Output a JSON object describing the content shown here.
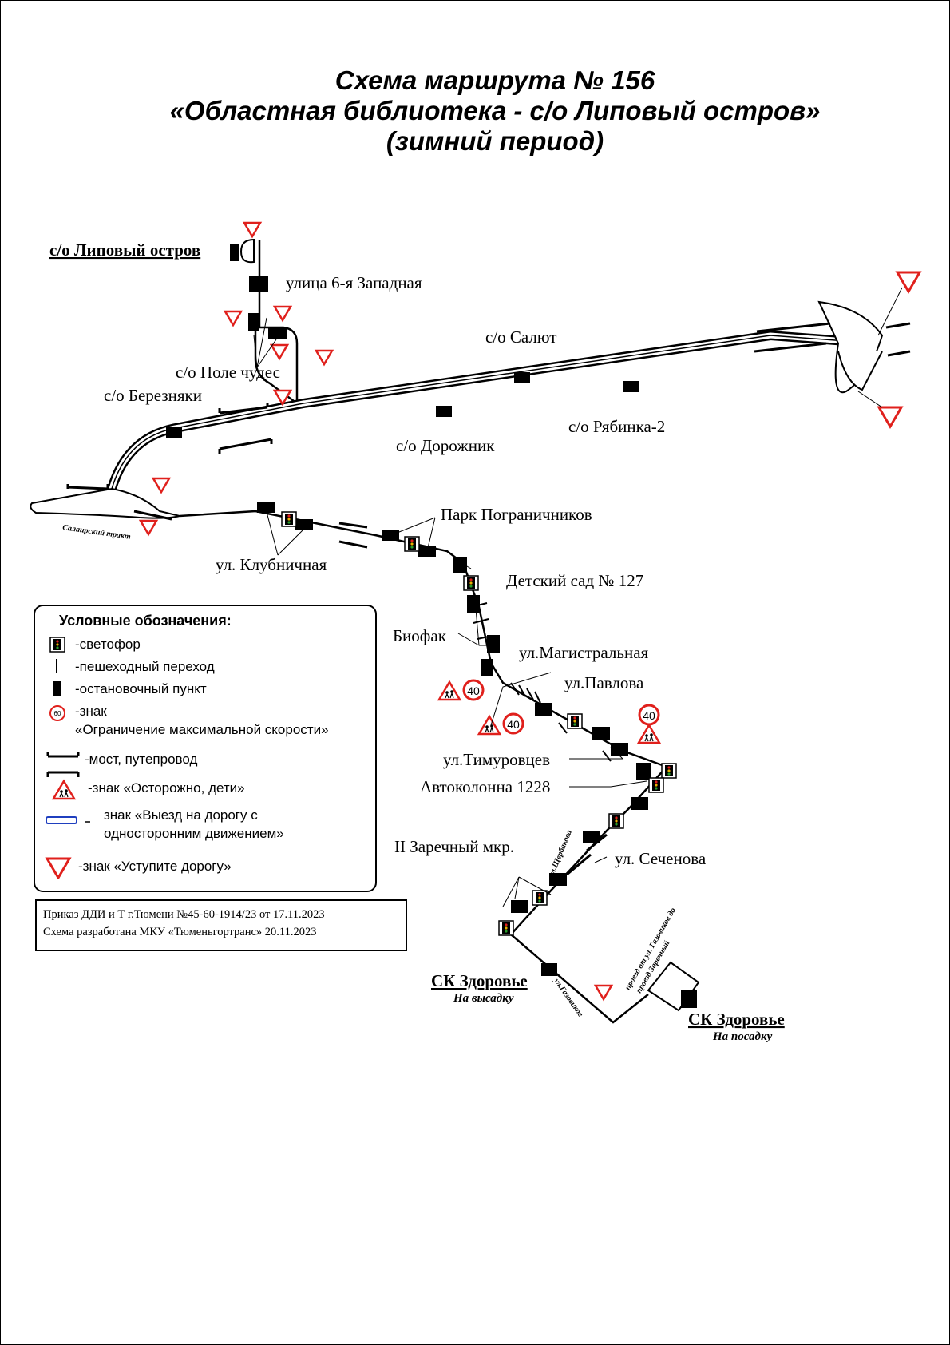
{
  "title": {
    "line1": "Схема маршрута № 156",
    "line2": "«Областная библиотека - с/о Липовый остров»",
    "line3": "(зимний период)"
  },
  "stops": {
    "lipovy": "с/о Липовый остров",
    "zapadnaya": "улица 6-я Западная",
    "pole_chudes": "с/о Поле чудес",
    "bereznyaki": "с/о Березняки",
    "salyut": "с/о Салют",
    "dorozhnik": "с/о Дорожник",
    "ryabinka": "с/о Рябинка-2",
    "park": "Парк Пограничников",
    "klubnichnaya": "ул. Клубничная",
    "detsad": "Детский сад № 127",
    "biofak": "Биофак",
    "magistralnaya": "ул.Магистральная",
    "pavlova": "ул.Павлова",
    "timurovtsev": "ул.Тимуровцев",
    "avtokolonna": "Автоколонна 1228",
    "zarechny": "II Заречный мкр.",
    "sechenova": "ул. Сеченова",
    "sk_drop": "СК Здоровье",
    "sk_drop_sub": "На высадку",
    "sk_board": "СК Здоровье",
    "sk_board_sub": "На посадку"
  },
  "streets": {
    "salairsky": "Салаирский тракт",
    "scherbakova": "ул.Щербакова",
    "gazovikov": "ул.Газовиков",
    "proezd_line1": "проезд от ул. Газовиков до",
    "proezd_line2": "проезд Заречный"
  },
  "speed_limit": "40",
  "legend": {
    "title": "Условные обозначения:",
    "traffic_light": "-светофор",
    "crossing": "-пешеходный переход",
    "stop": "-остановочный пункт",
    "speed_sign_value": "60",
    "speed_sign_line1": "-знак",
    "speed_sign_line2": "«Ограничение максимальной скорости»",
    "bridge": "-мост, путепровод",
    "children": "-знак «Осторожно, дети»",
    "oneway_line1": "знак «Выезд на дорогу с",
    "oneway_line2": "односторонним движением»",
    "yield": "-знак «Уступите дорогу»"
  },
  "order": {
    "line1": "Приказ ДДИ и Т г.Тюмени №45-60-1914/23 от 17.11.2023",
    "line2": "Схема разработана МКУ «Тюменьгортранс» 20.11.2023"
  },
  "colors": {
    "sign_red": "#e0201c",
    "oneway_blue": "#1f3fbf",
    "route": "#000000"
  }
}
